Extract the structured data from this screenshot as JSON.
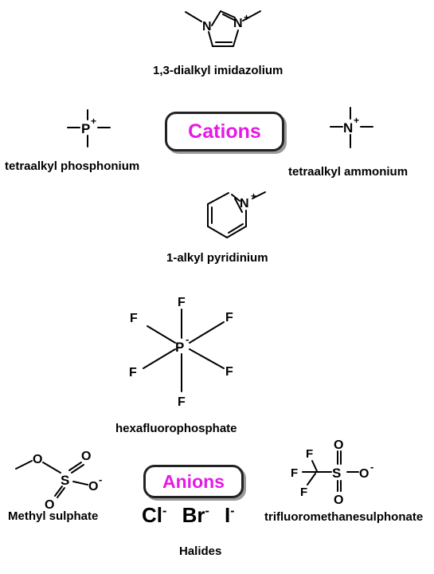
{
  "cations": {
    "badge": "Cations",
    "imidazolium": {
      "label": "1,3-dialkyl imidazolium",
      "n1": "N",
      "n3": "N",
      "charge": "+"
    },
    "phosphonium": {
      "label": "tetraalkyl phosphonium",
      "atom": "P",
      "charge": "+"
    },
    "ammonium": {
      "label": "tetraalkyl ammonium",
      "atom": "N",
      "charge": "+"
    },
    "pyridinium": {
      "label": "1-alkyl pyridinium",
      "atom": "N",
      "charge": "+"
    }
  },
  "anions": {
    "badge": "Anions",
    "hexafluorophosphate": {
      "label": "hexafluorophosphate",
      "center": "P",
      "charge": "-",
      "ligand": "F"
    },
    "methyl_sulphate": {
      "label": "Methyl sulphate",
      "o": "O",
      "s": "S",
      "charge": "-"
    },
    "triflate": {
      "label": "trifluoromethanesulphonate",
      "f": "F",
      "s": "S",
      "o": "O",
      "charge": "-"
    },
    "halides": {
      "label": "Halides",
      "ions": [
        {
          "symbol": "Cl",
          "charge": "-"
        },
        {
          "symbol": "Br",
          "charge": "-"
        },
        {
          "symbol": "I",
          "charge": "-"
        }
      ]
    }
  }
}
